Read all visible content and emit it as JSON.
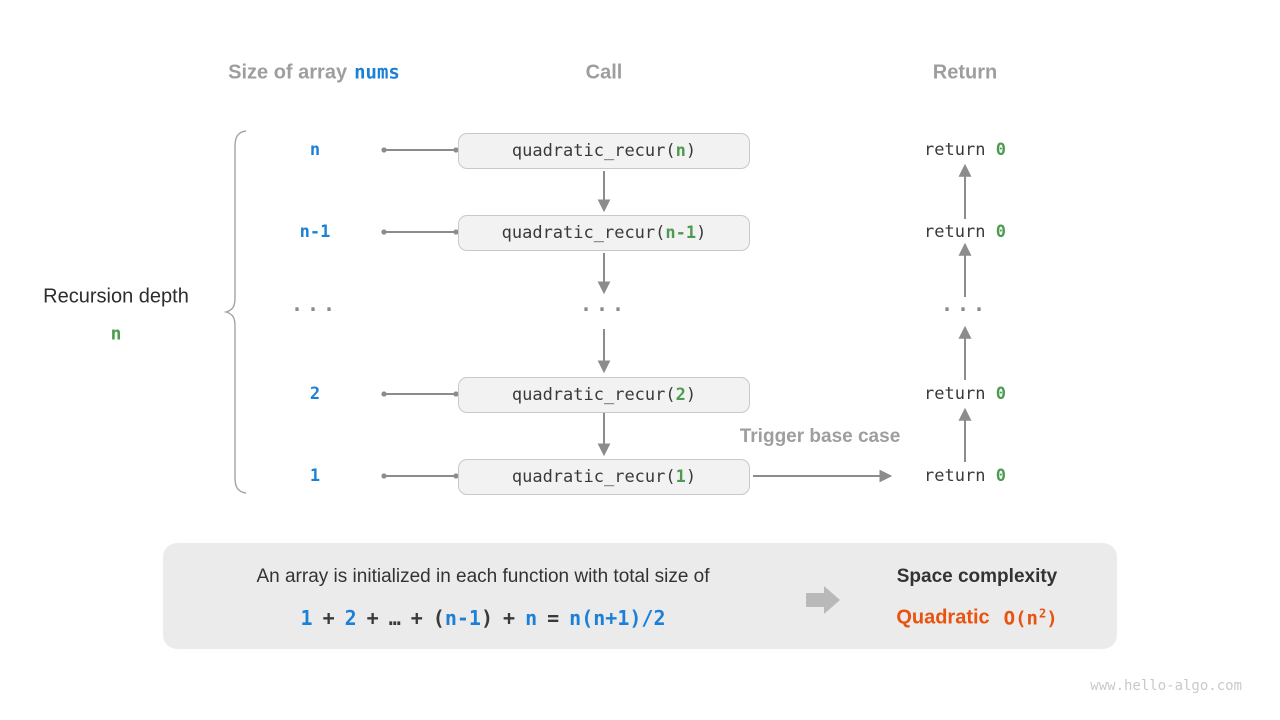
{
  "colors": {
    "blue": "#1c80d6",
    "green": "#4d9b50",
    "orange": "#ea530f",
    "header_gray": "#9e9e9e",
    "dark_text": "#3a3a3a",
    "arrow_gray": "#8c8c8c",
    "box_bg": "#f2f2f2",
    "panel_bg": "#ebebeb"
  },
  "headers": {
    "size_prefix": "Size of array",
    "size_code": "nums",
    "call": "Call",
    "ret": "Return"
  },
  "depth": {
    "label": "Recursion depth",
    "value": "n"
  },
  "code": {
    "call_prefix": "quadratic_recur(",
    "call_suffix": ")",
    "return_kw": "return ",
    "return_val": "0"
  },
  "rows": [
    {
      "size": "n",
      "arg": "n"
    },
    {
      "size": "n-1",
      "arg": "n-1"
    },
    {
      "size": "2",
      "arg": "2"
    },
    {
      "size": "1",
      "arg": "1"
    }
  ],
  "ellipsis": "...",
  "trigger_label": "Trigger base case",
  "panel": {
    "line1": "An array is initialized in each function with total size of",
    "eq": {
      "one": "1",
      "plus1": "+",
      "two": "2",
      "plus2": "+",
      "dots": "…",
      "plus3": "+",
      "open": "(",
      "nminus1": "n-1",
      "close": ")",
      "plus4": "+",
      "n": "n",
      "equals": "=",
      "rhs": "n(n+1)/2"
    },
    "space_title": "Space complexity",
    "complexity_name": "Quadratic",
    "o_prefix": "O(n",
    "o_sup": "2",
    "o_suffix": ")"
  },
  "watermark": "www.hello-algo.com"
}
